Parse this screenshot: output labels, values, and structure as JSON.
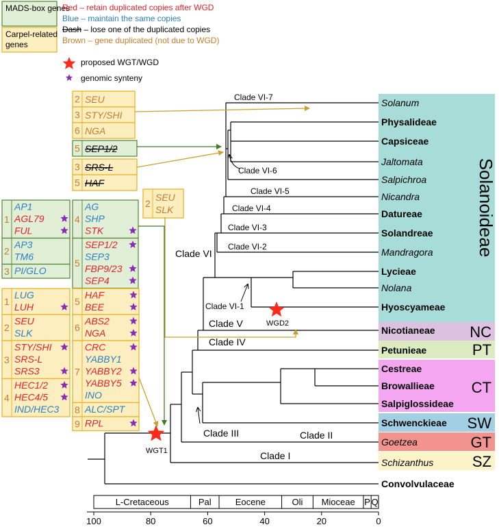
{
  "legend": {
    "mads_box": "MADS-box genes",
    "carpel": "Carpel-related genes",
    "red": "Red – retain duplicated copies after WGD",
    "blue": "Blue – maintain the same copies",
    "dash": "Dash – lose one of the duplicated copies",
    "dash_word": "Dash",
    "dash_rest": " – lose one of the duplicated copies",
    "brown": "Brown – gene duplicated (not due to WGD)",
    "wgd": "proposed WGT/WGD",
    "synteny": "genomic synteny"
  },
  "colors": {
    "red": "#e8202a",
    "blue": "#2b7fc1",
    "brown": "#c87c2a",
    "green_fill": "#e0efd6",
    "green_stroke": "#5a8c3c",
    "yellow_fill": "#fdeec0",
    "yellow_stroke": "#e9b32c",
    "arrow_green": "#3e7a2a",
    "arrow_gold": "#c9a02a",
    "star_red": "#ff2a1a",
    "star_purple": "#8a2bb4"
  },
  "taxa": [
    {
      "name": "Solanum",
      "style": "italic"
    },
    {
      "name": "Physalideae",
      "style": "bold"
    },
    {
      "name": "Capsiceae",
      "style": "bold"
    },
    {
      "name": "Jaltomata",
      "style": "italic"
    },
    {
      "name": "Salpichroa",
      "style": "italic"
    },
    {
      "name": "Nicandra",
      "style": "italic"
    },
    {
      "name": "Datureae",
      "style": "bold"
    },
    {
      "name": "Solandreae",
      "style": "bold"
    },
    {
      "name": "Mandragora",
      "style": "italic"
    },
    {
      "name": "Lycieae",
      "style": "bold"
    },
    {
      "name": "Nolana",
      "style": "italic"
    },
    {
      "name": "Hyoscyameae",
      "style": "bold"
    },
    {
      "name": "Nicotianeae",
      "style": "bold"
    },
    {
      "name": "Petunieae",
      "style": "bold"
    },
    {
      "name": "Cestreae",
      "style": "bold"
    },
    {
      "name": "Browallieae",
      "style": "bold"
    },
    {
      "name": "Salpiglossideae",
      "style": "bold"
    },
    {
      "name": "Schwenckieae",
      "style": "bold"
    },
    {
      "name": "Goetzea",
      "style": "italic"
    },
    {
      "name": "Schizanthus",
      "style": "italic"
    },
    {
      "name": "Convolvulaceae",
      "style": "bold"
    }
  ],
  "groups": {
    "solanoideae": "Solanoideae",
    "nc": "NC",
    "pt": "PT",
    "ct": "CT",
    "sw": "SW",
    "gt": "GT",
    "sz": "SZ"
  },
  "clades": {
    "vi7": "Clade VI-7",
    "vi6": "Clade VI-6",
    "vi5": "Clade VI-5",
    "vi4": "Clade VI-4",
    "vi3": "Clade VI-3",
    "vi2": "Clade VI-2",
    "vi1": "Clade VI-1",
    "vi": "Clade VI",
    "v": "Clade V",
    "iv": "Clade IV",
    "iii": "Clade III",
    "ii": "Clade II",
    "i": "Clade I"
  },
  "events": {
    "wgt1": "WGT1",
    "wgd2": "WGD2"
  },
  "timescale": {
    "periods": [
      "L-Cretaceous",
      "Pal",
      "Eocene",
      "Oli",
      "Mioceae",
      "P",
      "Q"
    ],
    "ticks": [
      "100",
      "80",
      "60",
      "40",
      "20",
      "0"
    ]
  },
  "gene_boxes": {
    "box_a": {
      "rows": [
        {
          "num": "2",
          "genes": [
            {
              "t": "SEU",
              "c": "brown"
            }
          ]
        },
        {
          "num": "3",
          "genes": [
            {
              "t": "STY/SHI",
              "c": "brown"
            }
          ]
        },
        {
          "num": "6",
          "genes": [
            {
              "t": "NGA",
              "c": "brown"
            }
          ]
        }
      ]
    },
    "box_b": {
      "rows": [
        {
          "num": "5",
          "genes": [
            {
              "t": "SEP1/2",
              "c": "dash"
            }
          ]
        }
      ]
    },
    "box_c": {
      "rows": [
        {
          "num": "3",
          "genes": [
            {
              "t": "SRS-L",
              "c": "dash"
            }
          ]
        },
        {
          "num": "5",
          "genes": [
            {
              "t": "HAF",
              "c": "dash"
            }
          ]
        }
      ]
    },
    "box_d": {
      "rows": [
        {
          "num": "2",
          "genes": [
            {
              "t": "SEU",
              "c": "brown"
            },
            {
              "t": "SLK",
              "c": "brown"
            }
          ]
        }
      ]
    },
    "mads_left": {
      "rows": [
        {
          "num": "1",
          "genes": [
            {
              "t": "AP1",
              "c": "blue"
            },
            {
              "t": "AGL79",
              "c": "red",
              "star": true
            },
            {
              "t": "FUL",
              "c": "red",
              "star": true
            }
          ]
        },
        {
          "num": "2",
          "genes": [
            {
              "t": "AP3",
              "c": "blue"
            },
            {
              "t": "TM6",
              "c": "blue"
            }
          ]
        },
        {
          "num": "3",
          "genes": [
            {
              "t": "PI/GLO",
              "c": "blue"
            }
          ]
        }
      ]
    },
    "mads_right": {
      "rows": [
        {
          "num": "4",
          "genes": [
            {
              "t": "AG",
              "c": "blue"
            },
            {
              "t": "SHP",
              "c": "blue"
            },
            {
              "t": "STK",
              "c": "red",
              "star": true
            }
          ]
        },
        {
          "num": "5",
          "genes": [
            {
              "t": "SEP1/2",
              "c": "red",
              "star": true
            },
            {
              "t": "SEP3",
              "c": "blue"
            },
            {
              "t": "FBP9/23",
              "c": "red",
              "star": true
            },
            {
              "t": "SEP4",
              "c": "red",
              "star": true
            }
          ]
        }
      ]
    },
    "carpel_left": {
      "rows": [
        {
          "num": "1",
          "genes": [
            {
              "t": "LUG",
              "c": "blue"
            },
            {
              "t": "LUH",
              "c": "red",
              "star": true
            }
          ]
        },
        {
          "num": "2",
          "genes": [
            {
              "t": "SEU",
              "c": "red"
            },
            {
              "t": "SLK",
              "c": "blue"
            }
          ]
        },
        {
          "num": "3",
          "genes": [
            {
              "t": "STY/SHI",
              "c": "red",
              "star": true
            },
            {
              "t": "SRS-L",
              "c": "red"
            },
            {
              "t": "SRS3",
              "c": "red",
              "star": true
            }
          ]
        },
        {
          "num": "4",
          "genes": [
            {
              "t": "HEC1/2",
              "c": "red",
              "star": true
            },
            {
              "t": "HEC4/5",
              "c": "red",
              "star": true
            },
            {
              "t": "IND/HEC3",
              "c": "blue"
            }
          ]
        }
      ]
    },
    "carpel_right": {
      "rows": [
        {
          "num": "5",
          "genes": [
            {
              "t": "HAF",
              "c": "red",
              "star": true
            },
            {
              "t": "BEE",
              "c": "red",
              "star": true
            }
          ]
        },
        {
          "num": "6",
          "genes": [
            {
              "t": "ABS2",
              "c": "red",
              "star": true
            },
            {
              "t": "NGA",
              "c": "red",
              "star": true
            }
          ]
        },
        {
          "num": "7",
          "genes": [
            {
              "t": "CRC",
              "c": "red",
              "star": true
            },
            {
              "t": "YABBY1",
              "c": "blue"
            },
            {
              "t": "YABBY2",
              "c": "red",
              "star": true
            },
            {
              "t": "YABBY5",
              "c": "red",
              "star": true
            },
            {
              "t": "INO",
              "c": "blue"
            }
          ]
        },
        {
          "num": "8",
          "genes": [
            {
              "t": "ALC/SPT",
              "c": "blue"
            }
          ]
        },
        {
          "num": "9",
          "genes": [
            {
              "t": "RPL",
              "c": "red",
              "star": true
            }
          ]
        }
      ]
    }
  }
}
